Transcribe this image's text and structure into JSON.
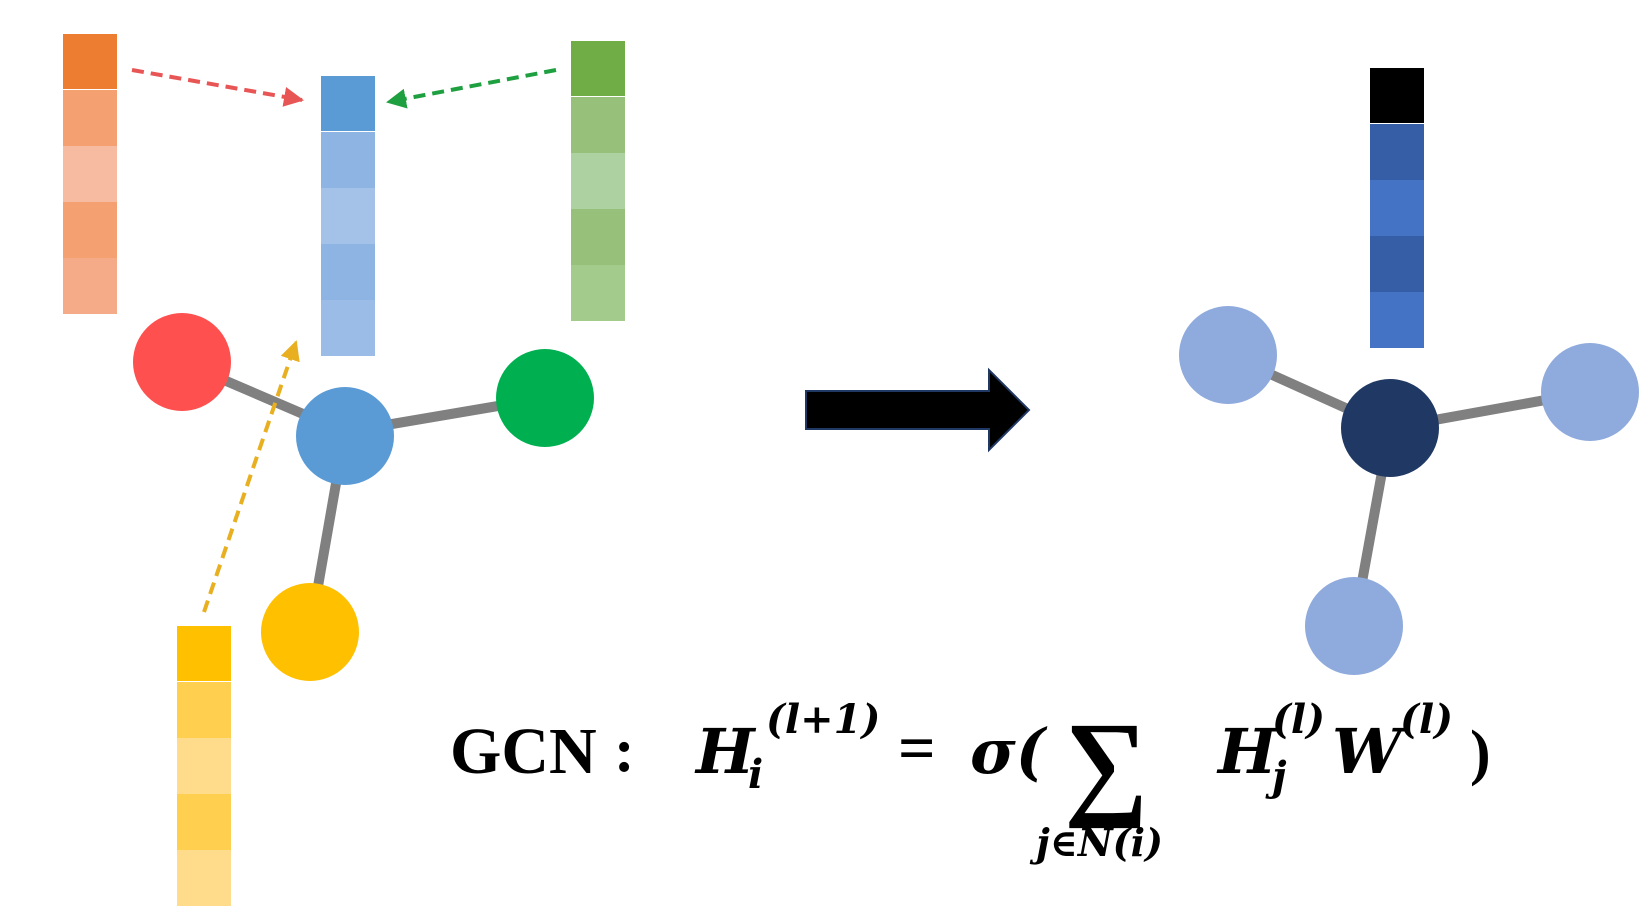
{
  "formula": {
    "label": "GCN",
    "colon": ":",
    "lhs_symbol": "H",
    "lhs_subscript": "i",
    "lhs_superscript": "(l+1)",
    "equals": "=",
    "activation": "σ(",
    "sum_symbol": "∑",
    "sum_index": "j∈N(i)",
    "term_h": "H",
    "term_h_subscript": "j",
    "term_h_superscript": "(l)",
    "term_w": "W",
    "term_w_superscript": "(l)",
    "close_paren": ")"
  },
  "colors": {
    "edge": "#808080",
    "node_red": "#FF5050",
    "node_green": "#00B050",
    "node_yellow": "#FFC000",
    "node_blue": "#5B9BD5",
    "node_light": "#8FAADC",
    "node_dark": "#203864",
    "arrow_red": "#E85555",
    "arrow_green": "#1FA040",
    "arrow_yellow": "#E8B020",
    "big_arrow": "#000000"
  },
  "feature_vectors": [
    {
      "name": "orange",
      "cells": [
        "#ED7D31",
        "#F4A070",
        "#F6BBA0",
        "#F4A070",
        "#F6AB88"
      ]
    },
    {
      "name": "blue",
      "cells": [
        "#5B9BD5",
        "#8DB4E2",
        "#A4C2E8",
        "#8DB4E2",
        "#9ABCE6"
      ]
    },
    {
      "name": "green",
      "cells": [
        "#70AD47",
        "#97C17A",
        "#ADD1A0",
        "#97C17A",
        "#A2CB8C"
      ]
    },
    {
      "name": "yellow",
      "cells": [
        "#FFC000",
        "#FFCF50",
        "#FFDB8C",
        "#FFCF50",
        "#FFDB8C"
      ]
    },
    {
      "name": "output",
      "cells": [
        "#000000",
        "#355EA6",
        "#4472C4",
        "#355EA6",
        "#4472C4"
      ]
    }
  ],
  "icons": {
    "transform_arrow": "right-arrow-icon"
  }
}
